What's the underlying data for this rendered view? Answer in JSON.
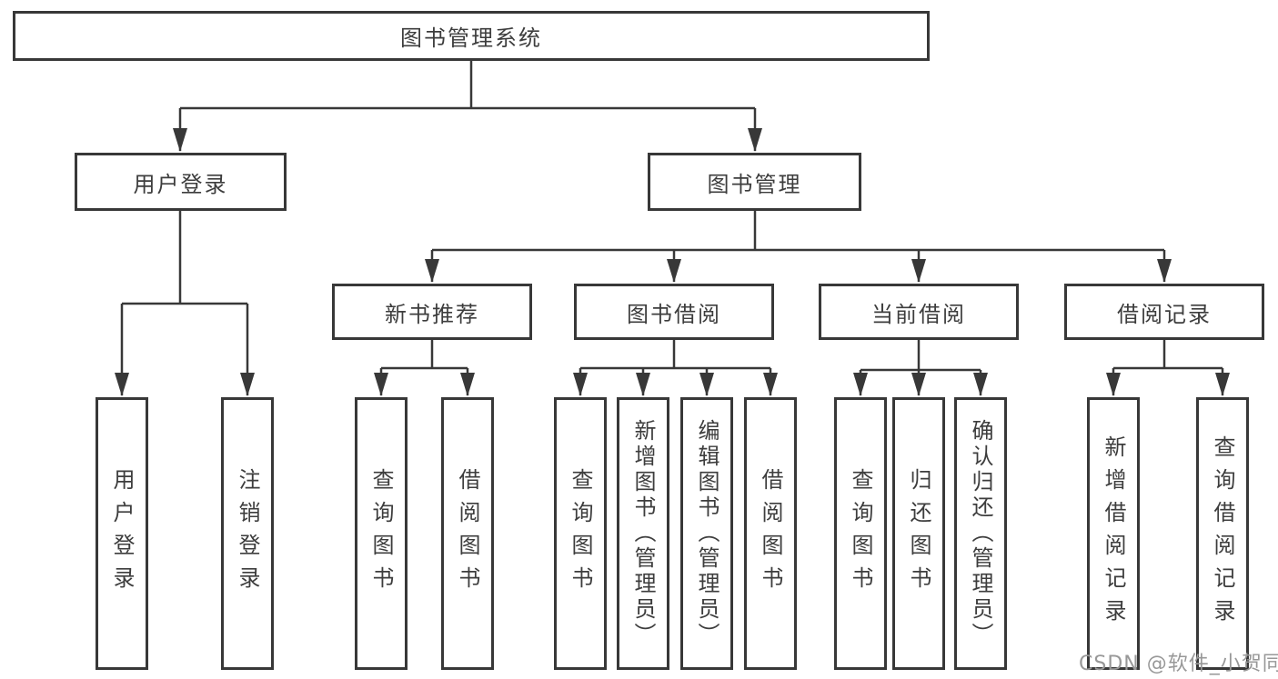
{
  "diagram": {
    "type": "hierarchy-tree",
    "tree": {
      "root": {
        "label": "图书管理系统",
        "children": [
          {
            "label": "用户登录",
            "children": [
              {
                "label": "用户登录"
              },
              {
                "label": "注销登录"
              }
            ]
          },
          {
            "label": "图书管理",
            "children": [
              {
                "label": "新书推荐",
                "children": [
                  {
                    "label": "查询图书"
                  },
                  {
                    "label": "借阅图书"
                  }
                ]
              },
              {
                "label": "图书借阅",
                "children": [
                  {
                    "label": "查询图书"
                  },
                  {
                    "label": "新增图书（管理员）"
                  },
                  {
                    "label": "编辑图书（管理员）"
                  },
                  {
                    "label": "借阅图书"
                  }
                ]
              },
              {
                "label": "当前借阅",
                "children": [
                  {
                    "label": "查询图书"
                  },
                  {
                    "label": "归还图书"
                  },
                  {
                    "label": "确认归还（管理员）"
                  }
                ]
              },
              {
                "label": "借阅记录",
                "children": [
                  {
                    "label": "新增借阅记录"
                  },
                  {
                    "label": "查询借阅记录"
                  }
                ]
              }
            ]
          }
        ]
      }
    },
    "colors": {
      "line": "#383838",
      "box_border": "#383838",
      "box_fill": "#ffffff",
      "text": "#3d3d3d",
      "watermark": "#989898",
      "background": "#ffffff"
    },
    "watermark": {
      "text": "CSDN @软件_小贺同学"
    }
  }
}
